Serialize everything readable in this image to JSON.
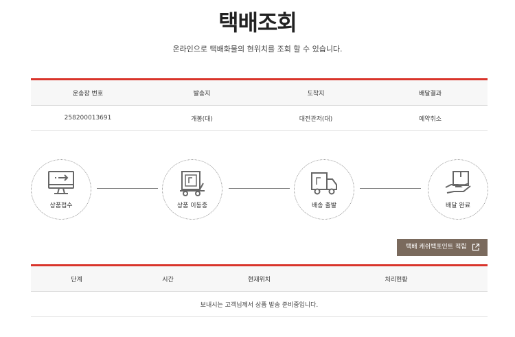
{
  "page": {
    "title": "택배조회",
    "subtitle": "온라인으로 택배화물의 현위치를 조회 할 수 있습니다."
  },
  "summary_table": {
    "headers": [
      "운송장 번호",
      "발송지",
      "도착지",
      "배달결과"
    ],
    "row": [
      "258200013691",
      "개봉(대)",
      "대전관저(대)",
      "예약취소"
    ]
  },
  "steps": [
    {
      "label": "상품접수",
      "icon": "monitor-arrow-icon"
    },
    {
      "label": "상품 이동중",
      "icon": "box-cart-icon"
    },
    {
      "label": "배송 출발",
      "icon": "delivery-truck-icon"
    },
    {
      "label": "배달 완료",
      "icon": "hand-package-icon"
    }
  ],
  "point_button": {
    "label": "택배 캐쉬백포인트 적립",
    "icon": "external-link-icon"
  },
  "history_table": {
    "headers": [
      "단계",
      "시간",
      "현재위치",
      "처리현황"
    ],
    "empty_message": "보내시는 고객님께서 상품 발송 준비중입니다."
  },
  "colors": {
    "accent_red": "#d9342b",
    "button_brown": "#7a6a5d"
  }
}
